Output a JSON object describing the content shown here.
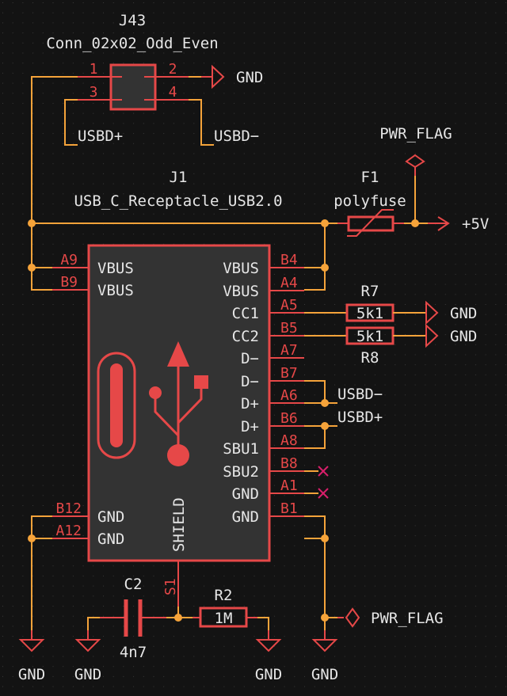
{
  "colors": {
    "background": "#131313",
    "wire": "#f5a33a",
    "symbol": "#e64848",
    "symbol_body": "#333333",
    "text": "#e6e6e6",
    "no_connect": "#d81f6a"
  },
  "j43": {
    "ref": "J43",
    "value": "Conn_02x02_Odd_Even",
    "pins": [
      "1",
      "2",
      "3",
      "4"
    ]
  },
  "j1": {
    "ref": "J1",
    "value": "USB_C_Receptacle_USB2.0",
    "left_pins": [
      {
        "num": "A9",
        "name": "VBUS"
      },
      {
        "num": "B9",
        "name": "VBUS"
      },
      {
        "num": "B12",
        "name": "GND"
      },
      {
        "num": "A12",
        "name": "GND"
      }
    ],
    "right_pins": [
      {
        "num": "B4",
        "name": "VBUS"
      },
      {
        "num": "A4",
        "name": "VBUS"
      },
      {
        "num": "A5",
        "name": "CC1"
      },
      {
        "num": "B5",
        "name": "CC2"
      },
      {
        "num": "A7",
        "name": "D−"
      },
      {
        "num": "B7",
        "name": "D−"
      },
      {
        "num": "A6",
        "name": "D+"
      },
      {
        "num": "B6",
        "name": "D+"
      },
      {
        "num": "A8",
        "name": "SBU1"
      },
      {
        "num": "B8",
        "name": "SBU2"
      },
      {
        "num": "A1",
        "name": "GND"
      },
      {
        "num": "B1",
        "name": "GND"
      }
    ],
    "shield_name": "SHIELD",
    "shield_num": "S1"
  },
  "f1": {
    "ref": "F1",
    "value": "polyfuse"
  },
  "r7": {
    "ref": "R7",
    "value": "5k1"
  },
  "r8": {
    "ref": "R8",
    "value": "5k1"
  },
  "r2": {
    "ref": "R2",
    "value": "1M"
  },
  "c2": {
    "ref": "C2",
    "value": "4n7"
  },
  "nets": {
    "gnd": "GND",
    "usbd_plus": "USBD+",
    "usbd_minus": "USBD−",
    "vcc": "+5V",
    "pwr_flag": "PWR_FLAG"
  }
}
